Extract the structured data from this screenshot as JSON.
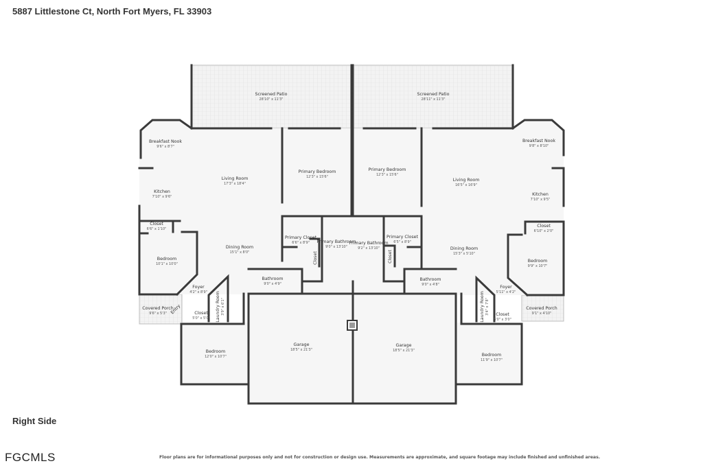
{
  "header": {
    "address": "5887 Littlestone Ct, North Fort Myers, FL 33903"
  },
  "side_label": "Right Side",
  "logo": "FGCMLS",
  "disclaimer": "Floor plans are for informational purposes only and not for construction or design use. Measurements are approximate, and square footage may include finished and unfinished areas.",
  "rooms": [
    {
      "name": "Screened Patio",
      "dim": "28'10\" x 11'3\""
    },
    {
      "name": "Screened Patio",
      "dim": "28'11\" x 11'3\""
    },
    {
      "name": "Breakfast Nook",
      "dim": "9'6\" x 8'7\""
    },
    {
      "name": "Living Room",
      "dim": "17'3\" x 18'4\""
    },
    {
      "name": "Primary Bedroom",
      "dim": "12'3\" x 15'6\""
    },
    {
      "name": "Primary Bedroom",
      "dim": "12'3\" x 15'6\""
    },
    {
      "name": "Living Room",
      "dim": "16'5\" x 16'9\""
    },
    {
      "name": "Breakfast Nook",
      "dim": "9'8\" x 8'10\""
    },
    {
      "name": "Kitchen",
      "dim": "7'10\" x 9'6\""
    },
    {
      "name": "Kitchen",
      "dim": "7'10\" x 9'5\""
    },
    {
      "name": "Closet",
      "dim": "6'6\" x 1'10\""
    },
    {
      "name": "Closet",
      "dim": "6'10\" x 2'0\""
    },
    {
      "name": "Primary Closet",
      "dim": "6'6\" x 8'9\""
    },
    {
      "name": "Primary Bathroom",
      "dim": "9'0\" x 13'10\""
    },
    {
      "name": "Primary Bathroom",
      "dim": "9'2\" x 13'10\""
    },
    {
      "name": "Primary Closet",
      "dim": "6'5\" x 8'9\""
    },
    {
      "name": "Dining Room",
      "dim": "15'1\" x 8'0\""
    },
    {
      "name": "Dining Room",
      "dim": "15'3\" x 5'10\""
    },
    {
      "name": "Bedroom",
      "dim": "10'1\" x 10'0\""
    },
    {
      "name": "Bedroom",
      "dim": "9'9\" x 10'7\""
    },
    {
      "name": "Bathroom",
      "dim": "9'0\" x 4'9\""
    },
    {
      "name": "Bathroom",
      "dim": "9'0\" x 4'8\""
    },
    {
      "name": "Foyer",
      "dim": "4'2\" x 8'9\""
    },
    {
      "name": "Foyer",
      "dim": "5'11\" x 4'2\""
    },
    {
      "name": "Laundry Room",
      "dim": "3'9\" x 6'1\""
    },
    {
      "name": "Laundry Room",
      "dim": "3'4\" x 7'8\""
    },
    {
      "name": "Covered Porch",
      "dim": "9'6\" x 5'3\""
    },
    {
      "name": "Covered Porch",
      "dim": "9'1\" x 4'10\""
    },
    {
      "name": "Closet",
      "dim": "5'0\" x 5'0\""
    },
    {
      "name": "Closet",
      "dim": "5'0\" x 3'0\""
    },
    {
      "name": "Garage",
      "dim": "18'5\" x 21'3\""
    },
    {
      "name": "Garage",
      "dim": "18'5\" x 21'3\""
    },
    {
      "name": "Bedroom",
      "dim": "12'0\" x 10'7\""
    },
    {
      "name": "Bedroom",
      "dim": "11'9\" x 10'7\""
    }
  ],
  "labels": {
    "closet_small": "Closet",
    "entry": "Entry"
  }
}
